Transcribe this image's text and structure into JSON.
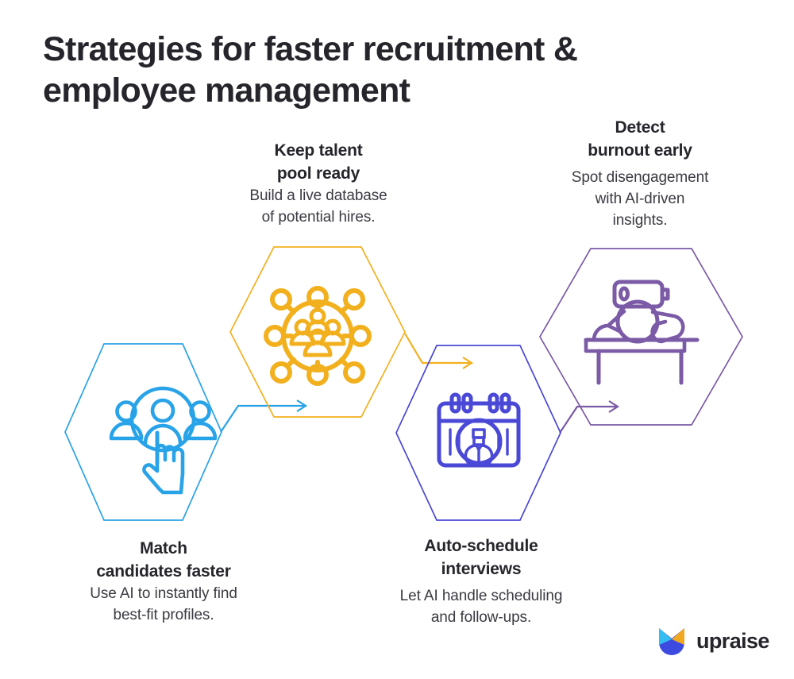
{
  "page": {
    "title": "Strategies for faster recruitment &\nemployee management",
    "background_color": "#ffffff",
    "title_color": "#25252b"
  },
  "steps": [
    {
      "index": 1,
      "title": "Match\ncandidates faster",
      "description": "Use AI to instantly find\nbest-fit profiles.",
      "icon": "people-select-icon",
      "color": "#29a3e8",
      "caption_position": "below"
    },
    {
      "index": 2,
      "title": "Keep talent\npool ready",
      "description": "Build a live database\nof potential hires.",
      "icon": "talent-network-icon",
      "color": "#f2b01e",
      "caption_position": "above"
    },
    {
      "index": 3,
      "title": "Auto-schedule\ninterviews",
      "description": "Let AI handle scheduling\nand follow-ups.",
      "icon": "calendar-person-icon",
      "color": "#4a48d6",
      "caption_position": "below"
    },
    {
      "index": 4,
      "title": "Detect\nburnout early",
      "description": "Spot disengagement\nwith AI-driven\ninsights.",
      "icon": "burnout-battery-icon",
      "color": "#7b5aa6",
      "caption_position": "above"
    }
  ],
  "connectors": [
    {
      "from": 1,
      "to": 2,
      "color": "#29a3e8",
      "icon": "arrow-right-icon"
    },
    {
      "from": 2,
      "to": 3,
      "color": "#f2b01e",
      "icon": "arrow-right-icon"
    },
    {
      "from": 3,
      "to": 4,
      "color": "#7b5aa6",
      "icon": "arrow-right-icon"
    }
  ],
  "logo": {
    "text": "upraise",
    "mark_colors": {
      "left_ear": "#35bdf2",
      "right_ear": "#f2a81e",
      "body": "#3d4ae0"
    }
  }
}
